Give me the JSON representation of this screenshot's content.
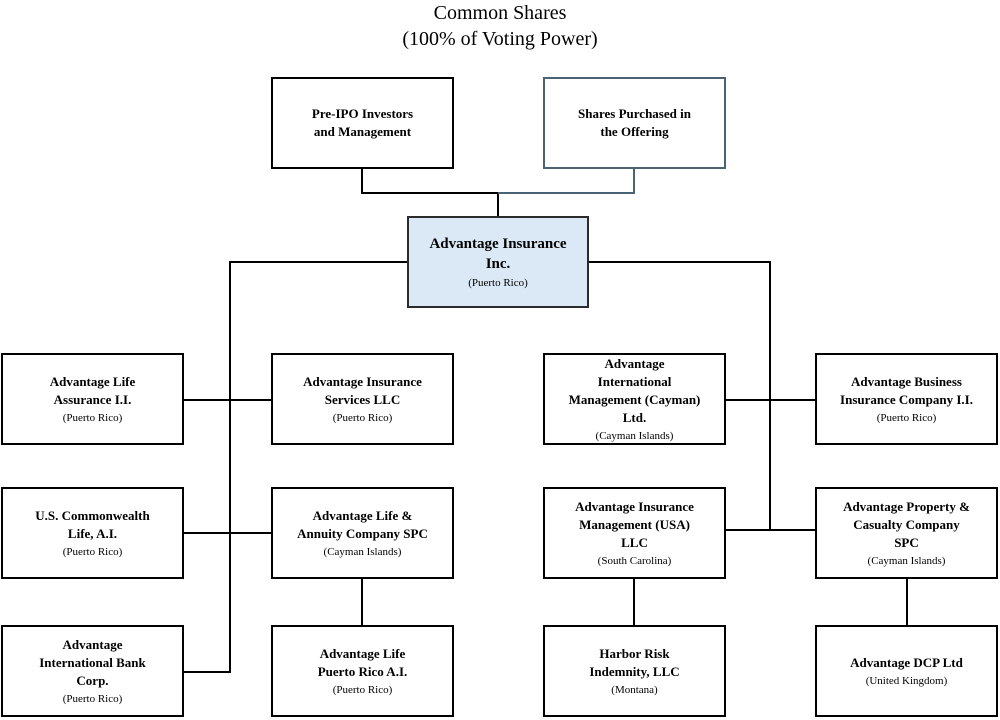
{
  "header": {
    "line1": "Common Shares",
    "line2": "(100% of Voting Power)"
  },
  "shareholders": {
    "pre_ipo": "Pre-IPO Investors\nand Management",
    "offering": "Shares Purchased in\nthe Offering"
  },
  "parent": {
    "name": "Advantage Insurance\nInc.",
    "jurisdiction": "(Puerto Rico)"
  },
  "entities": {
    "life_assurance": {
      "name": "Advantage Life\nAssurance I.I.",
      "jurisdiction": "(Puerto Rico)"
    },
    "insurance_services": {
      "name": "Advantage Insurance\nServices LLC",
      "jurisdiction": "(Puerto Rico)"
    },
    "us_commonwealth": {
      "name": "U.S. Commonwealth\nLife, A.I.",
      "jurisdiction": "(Puerto Rico)"
    },
    "life_annuity": {
      "name": "Advantage Life &\nAnnuity Company SPC",
      "jurisdiction": "(Cayman Islands)"
    },
    "intl_bank": {
      "name": "Advantage\nInternational Bank\nCorp.",
      "jurisdiction": "(Puerto Rico)"
    },
    "life_pr": {
      "name": "Advantage Life\nPuerto Rico A.I.",
      "jurisdiction": "(Puerto Rico)"
    },
    "intl_mgmt": {
      "name": "Advantage\nInternational\nManagement (Cayman)\nLtd.",
      "jurisdiction": "(Cayman Islands)"
    },
    "business_ins": {
      "name": "Advantage Business\nInsurance Company I.I.",
      "jurisdiction": "(Puerto Rico)"
    },
    "mgmt_usa": {
      "name": "Advantage Insurance\nManagement (USA)\nLLC",
      "jurisdiction": "(South Carolina)"
    },
    "property_casualty": {
      "name": "Advantage Property &\nCasualty Company\nSPC",
      "jurisdiction": "(Cayman Islands)"
    },
    "harbor_risk": {
      "name": "Harbor Risk\nIndemnity, LLC",
      "jurisdiction": "(Montana)"
    },
    "dcp": {
      "name": "Advantage DCP Ltd",
      "jurisdiction": "(United Kingdom)"
    }
  }
}
